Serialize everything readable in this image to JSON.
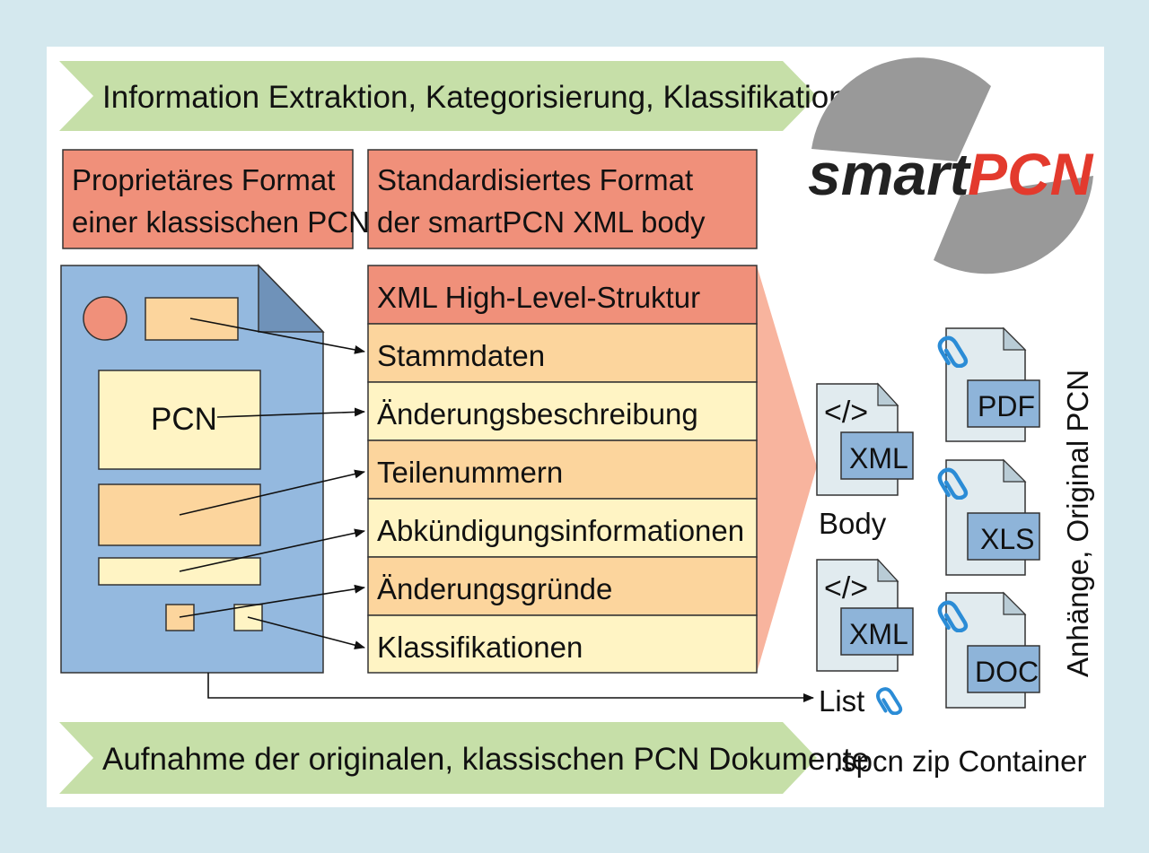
{
  "top_banner": "Information Extraktion, Kategorisierung, Klassifikation",
  "bottom_banner": "Aufnahme der originalen, klassischen PCN Dokumente",
  "logo": {
    "text_black": "smart",
    "text_red": "PCN"
  },
  "proprietary_header": {
    "line1": "Proprietäres Format",
    "line2": "einer klassischen PCN"
  },
  "standard_header": {
    "line1": "Standardisiertes Format",
    "line2": "der smartPCN XML body"
  },
  "document": {
    "block_label": "PCN"
  },
  "xml_structure": {
    "title": "XML High-Level-Struktur",
    "rows": [
      "Stammdaten",
      "Änderungsbeschreibung",
      "Teilenummern",
      "Abkündigungsinformationen",
      "Änderungsgründe",
      "Klassifikationen"
    ]
  },
  "xml_files": [
    {
      "code_glyph": "</>",
      "tag": "XML",
      "caption": "Body"
    },
    {
      "code_glyph": "</>",
      "tag": "XML",
      "caption": "List"
    }
  ],
  "attachments": [
    "PDF",
    "XLS",
    "DOC"
  ],
  "attachments_label": "Anhänge, Original PCN",
  "container_label": ".spcn zip Container",
  "colors": {
    "background": "#d4e8ee",
    "banner_green": "#c6dfa8",
    "header_red": "#f0907a",
    "document_blue": "#94b9df",
    "row_orange": "#fcd59d",
    "row_yellow": "#fff4c4",
    "funnel": "#f8b49e",
    "file_gray": "#e1ebef",
    "tag_blue": "#8eb4d9",
    "logo_gray": "#999999",
    "logo_red": "#e33a2d",
    "clip_blue": "#2b8cd6"
  }
}
